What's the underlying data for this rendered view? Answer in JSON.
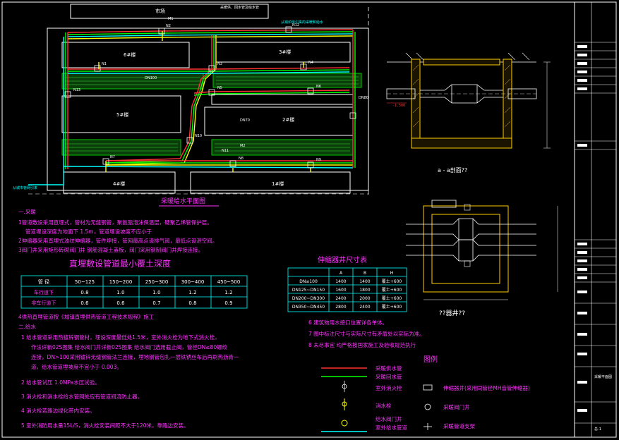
{
  "plan": {
    "title": "采暖给水平面图",
    "buildings": {
      "b1": "6#楼",
      "b2": "3#楼",
      "b3": "5#楼",
      "b4": "2#楼",
      "b5": "4#楼",
      "b6": "1#楼",
      "top_street": "市场"
    },
    "labels": {
      "top_right": "从锅炉房引来的采暖和给水",
      "bottom_left": "从城市管网引来",
      "top_pipe": "采暖供、回水管及给水管",
      "mid_code": "DN100",
      "center_code": "DN70",
      "right_note": "DN80"
    },
    "node_labels": [
      "N1",
      "N2",
      "N3",
      "N4",
      "N5",
      "N6",
      "N7",
      "N8",
      "N9",
      "N10",
      "N11",
      "N12",
      "N13",
      "M1",
      "M2"
    ]
  },
  "notes": {
    "heading1": "一.采暖",
    "item1_a": "1管道敷设采用直埋式，管材为无缝钢管，聚氨脂泡沫保温层，硬聚乙烯管保护层。",
    "item1_b": "管道埋设深度为地面下 1.5m，管道埋设坡度不应小于",
    "item2": "2伸缩器采用直埋式波纹伸缩器，管件焊接，管网最高点设排气阀，最低点设泄空阀。",
    "item3": "3阀门井采用矩形砖砌阀门井  钢筋混凝土盖板，阀门采用钢制阀门井焊接连接。",
    "cover_title": "直埋敷设管道最小覆土深度",
    "cover_table": {
      "header": [
        "管 径",
        "50~125",
        "150~200",
        "250~300",
        "300~400",
        "450~500"
      ],
      "rows": [
        [
          "车行道下",
          "0.8",
          "1.0",
          "1.0",
          "1.2",
          "1.2"
        ],
        [
          "非车行道下",
          "0.6",
          "0.6",
          "0.7",
          "0.8",
          "0.9"
        ]
      ]
    },
    "item4": "4供热直埋管道按《城镇直埋供热管道工程技术规程》施工",
    "heading2": "二.给水",
    "w1_a": "1  给水管道采用热镀锌钢管材，埋设深度最低处1.5米，室外消火栓为地下式消火栓，",
    "w1_b": "作法详新02S图集  给水阀门井详新02S图集  给水阀门选用截止阀，管径DN≤80螺纹",
    "w1_c": "连接，DN>100采用镀锌无缝钢管法兰连接，埋地钢管包扎一层铁锈丝布后再刷热沥青一",
    "w1_d": "道，给水管道埋坡度不宜小于 0.003。",
    "w2": "2  给水管试压  1.0MPa水压试验。",
    "w3": "3  消火栓和消水栓给水管网处应有管道阀流防止器。",
    "w4": "4  消火栓若路边绿化带内安装。",
    "w5": "5  室外消防用水量15L/S，消火栓安装间距不大于120米，靠路边安装。",
    "w6": "6  建筑物用水接口位置详各单体。",
    "w7": "7  图中标注尺寸与实际尺寸有矛盾处以实际为准。",
    "w8": "8  未尽事宜 均严格按国家施工及验收规范执行"
  },
  "expansion_table": {
    "title": "伸缩器井尺寸表",
    "header": [
      "",
      "A",
      "B",
      "H"
    ],
    "rows": [
      [
        "DN≤100",
        "1400",
        "1400",
        "覆土+600"
      ],
      [
        "DN125~DN150",
        "1600",
        "1800",
        "覆土+600"
      ],
      [
        "DN200~DN300",
        "2400",
        "2000",
        "覆土+600"
      ],
      [
        "DN350~DN450",
        "2800",
        "2400",
        "覆土+600"
      ]
    ]
  },
  "section": {
    "label": "a - a剖面??",
    "plan_label": "??器井??",
    "elev": "-1.500"
  },
  "legend": {
    "title": "图例",
    "items": [
      {
        "label": "采暖供水管",
        "color": "#ff3333"
      },
      {
        "label": "采暖回水管",
        "color": "#00ff00"
      },
      {
        "label": "室外消火栓",
        "color": "#ffff00"
      },
      {
        "label": "消水栓",
        "color": "#ffff00"
      },
      {
        "label": "给水阀门井",
        "color": "#ffff00"
      },
      {
        "label": "室外给水管道",
        "color": "#00ffff"
      }
    ],
    "items_right": [
      {
        "label": "伸缩器井(采用同管径MH音管伸缩器)"
      },
      {
        "label": "采暖阀门井"
      },
      {
        "label": "采暖管道支架"
      }
    ]
  },
  "titleblock": {
    "project_label": "采暖平面图",
    "sheet_no": "总-1"
  }
}
